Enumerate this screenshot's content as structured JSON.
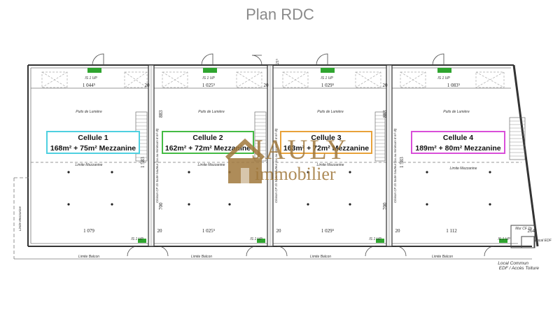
{
  "title": "Plan RDC",
  "cells": [
    {
      "name": "Cellule 1",
      "area": "168m² + 75m² Mezzanine",
      "color": "#4fd0e0"
    },
    {
      "name": "Cellule 2",
      "area": "162m² + 72m² Mezzanine",
      "color": "#44bb44"
    },
    {
      "name": "Cellule 3",
      "area": "163m² + 72m² Mezzanine",
      "color": "#e8a23a"
    },
    {
      "name": "Cellule 4",
      "area": "189m² + 80m² Mezzanine",
      "color": "#d94fd9"
    }
  ],
  "labels": {
    "puits": "Puits de Lumière",
    "limite_mezz": "Limite Mezzanine",
    "limite_balcon": "Limite Balcon",
    "exit_top": "IS 1 UP",
    "exit_bottom": "IS 1 UP",
    "local_commun_1": "Local Commun",
    "local_commun_2": "EDF / Accès Toiture",
    "local_edf": "Local EDF",
    "mur": "Mur CF 1h",
    "cloison": "Cloison CF 1h toute hauteur (ou au minimum 8 m² dt)",
    "limite_mezz_side": "Limite Mezzanine"
  },
  "dims": {
    "top": [
      "1 044⁵",
      "1 025⁵",
      "1 029⁵",
      "1 083⁵"
    ],
    "bottom": [
      "1 079",
      "1 025⁵",
      "1 029⁵",
      "1 112"
    ],
    "wall": "20",
    "v883": "883",
    "v700": "700",
    "v1583a": "1 583",
    "v1583b": "1 583",
    "v264": "264⁵",
    "v21": "21⁵"
  },
  "logo": {
    "brand": "JAULY",
    "sub": "immobilier",
    "color": "#a0783c"
  }
}
